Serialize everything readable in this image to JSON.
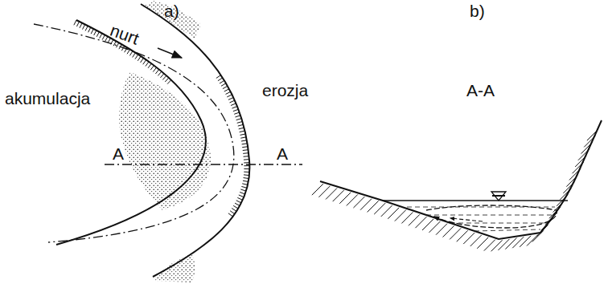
{
  "diagram": {
    "labels": [
      "a)",
      "b)",
      "nurt",
      "akumulacja",
      "erozja",
      "A",
      "A",
      "A-A"
    ]
  }
}
